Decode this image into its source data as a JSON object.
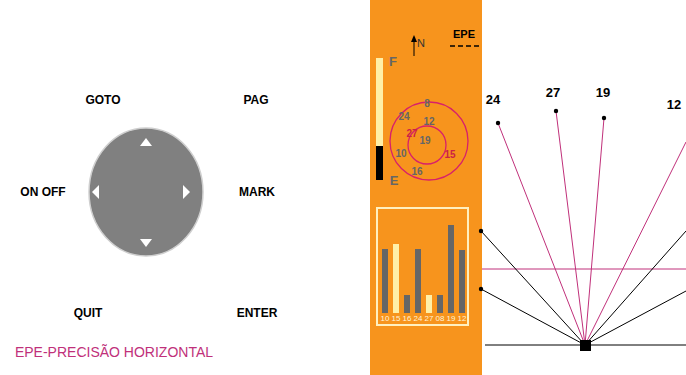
{
  "diagram": {
    "caption": "EPE-PRECISÃO HORIZONTAL",
    "labels": [
      "GOTO",
      "PAG",
      "ON OFF",
      "MARK",
      "QUIT",
      "ENTER",
      "F",
      "N",
      "EPE",
      "E",
      "8",
      "24",
      "12",
      "27",
      "19",
      "10",
      "15",
      "16",
      "10",
      "15",
      "16",
      "24",
      "27",
      "08",
      "19",
      "12",
      "24",
      "27",
      "19",
      "12"
    ]
  }
}
